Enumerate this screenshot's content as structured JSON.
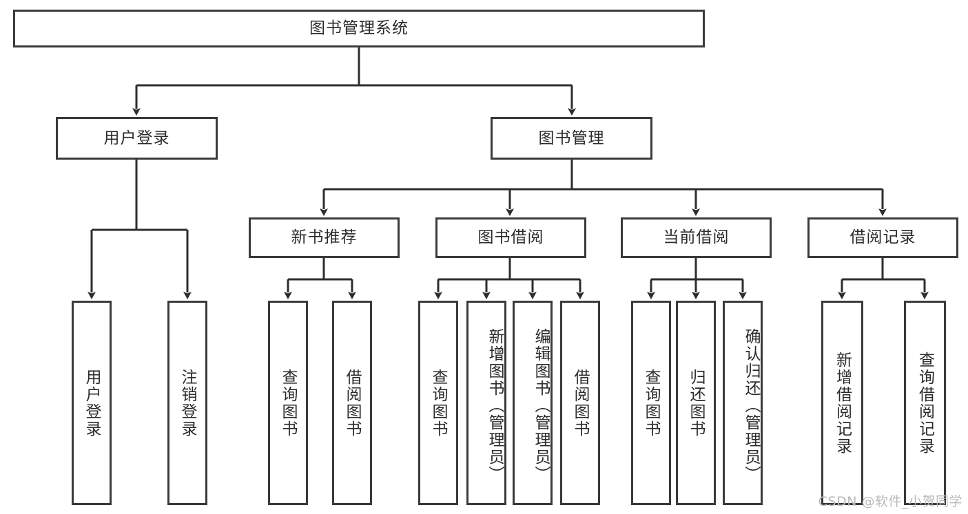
{
  "diagram": {
    "title": "图书管理系统",
    "type": "tree",
    "colors": {
      "box_border": "#3a3a3a",
      "box_fill": "#ffffff",
      "text": "#2b2b2b",
      "connector": "#2d2d2d",
      "watermark": "#b9b9b9",
      "background": "#ffffff"
    },
    "root": {
      "label": "图书管理系统"
    },
    "level1": [
      {
        "label": "用户登录"
      },
      {
        "label": "图书管理"
      }
    ],
    "level2": [
      {
        "label": "新书推荐"
      },
      {
        "label": "图书借阅"
      },
      {
        "label": "当前借阅"
      },
      {
        "label": "借阅记录"
      }
    ],
    "leaves": {
      "user_login": [
        {
          "label": "用户登录"
        },
        {
          "label": "注销登录"
        }
      ],
      "new_book_recommend": [
        {
          "label": "查询图书"
        },
        {
          "label": "借阅图书"
        }
      ],
      "book_borrow": [
        {
          "label": "查询图书"
        },
        {
          "label": "新增图书（管理员）"
        },
        {
          "label": "编辑图书（管理员）"
        },
        {
          "label": "借阅图书"
        }
      ],
      "current_borrow": [
        {
          "label": "查询图书"
        },
        {
          "label": "归还图书"
        },
        {
          "label": "确认归还（管理员）"
        }
      ],
      "borrow_record": [
        {
          "label": "新增借阅记录"
        },
        {
          "label": "查询借阅记录"
        }
      ]
    }
  },
  "watermark": {
    "text": "CSDN @软件_小贺同学"
  }
}
